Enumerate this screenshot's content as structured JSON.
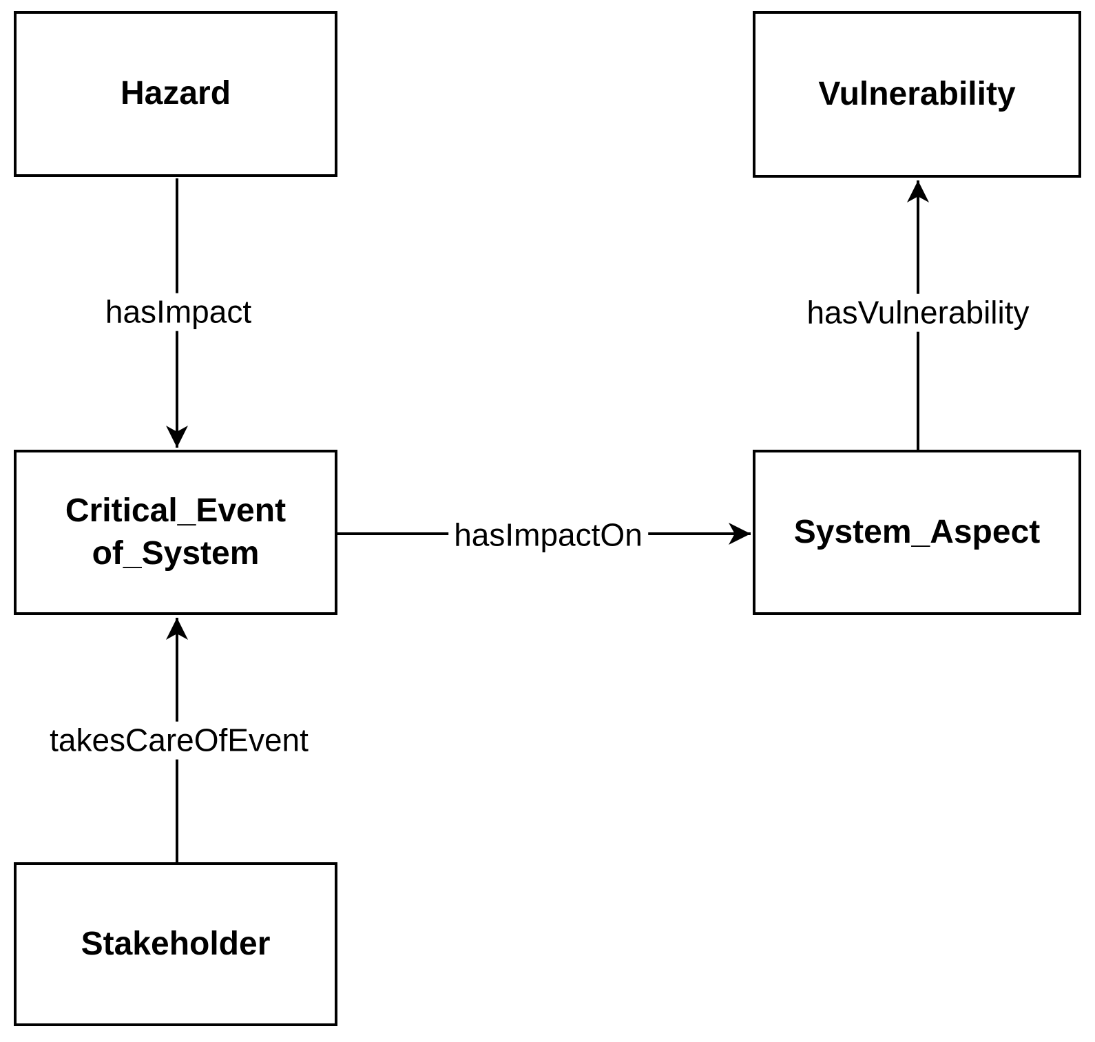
{
  "diagram": {
    "type": "ontology-concept-diagram",
    "background_color": "#ffffff",
    "stroke_color": "#000000",
    "nodes": [
      {
        "id": "hazard",
        "label": "Hazard"
      },
      {
        "id": "vulnerability",
        "label": "Vulnerability"
      },
      {
        "id": "critical-event-of-system",
        "label": "Critical_Event of_System",
        "lines": [
          "Critical_Event",
          "of_System"
        ]
      },
      {
        "id": "system-aspect",
        "label": "System_Aspect"
      },
      {
        "id": "stakeholder",
        "label": "Stakeholder"
      }
    ],
    "edges": [
      {
        "id": "hasImpact",
        "label": "hasImpact",
        "from": "Hazard",
        "to": "Critical_Event of_System",
        "direction": "down"
      },
      {
        "id": "hasVulnerability",
        "label": "hasVulnerability",
        "from": "System_Aspect",
        "to": "Vulnerability",
        "direction": "up"
      },
      {
        "id": "hasImpactOn",
        "label": "hasImpactOn",
        "from": "Critical_Event of_System",
        "to": "System_Aspect",
        "direction": "right"
      },
      {
        "id": "takesCareOfEvent",
        "label": "takesCareOfEvent",
        "from": "Stakeholder",
        "to": "Critical_Event of_System",
        "direction": "up"
      }
    ]
  }
}
